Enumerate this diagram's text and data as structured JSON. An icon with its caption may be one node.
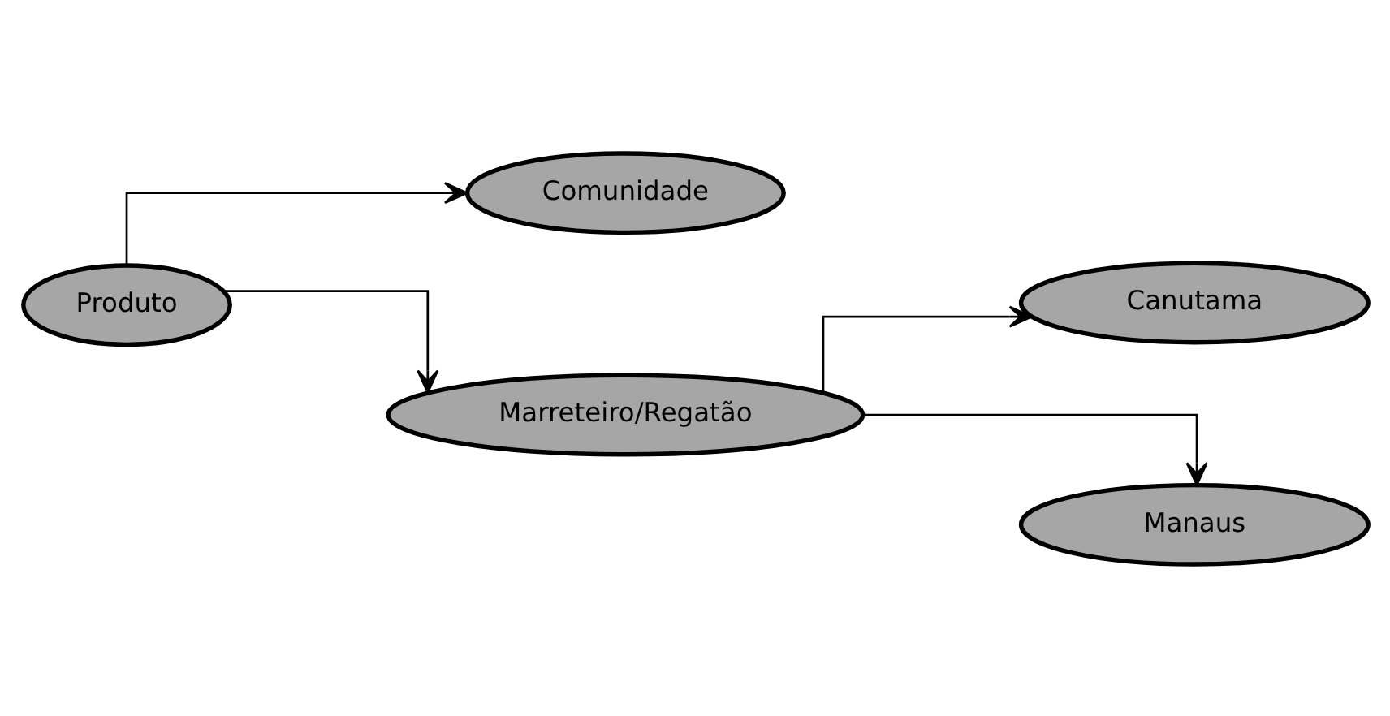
{
  "diagram": {
    "nodes": [
      {
        "text": [
          "Produto"
        ]
      },
      {
        "text": [
          "Comunidade"
        ]
      },
      {
        "text": [
          "Marreteiro/Regatão"
        ]
      },
      {
        "text": [
          "Canutama"
        ]
      },
      {
        "text": [
          "Manaus"
        ]
      }
    ],
    "edges": [
      {
        "from": 0,
        "to": 1,
        "arrow": "to"
      },
      {
        "from": 0,
        "to": 2,
        "arrow": "to"
      },
      {
        "from": 2,
        "to": 3,
        "arrow": "to"
      },
      {
        "from": 2,
        "to": 4,
        "arrow": "to"
      }
    ]
  }
}
